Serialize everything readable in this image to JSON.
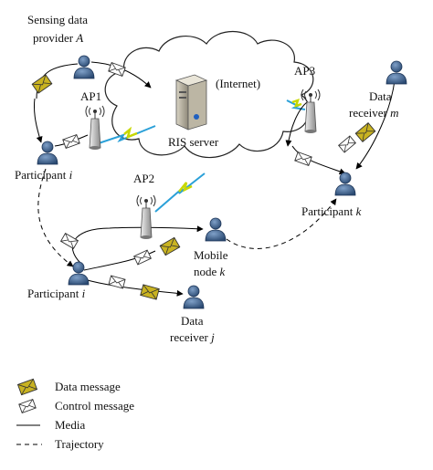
{
  "labels": {
    "sensing_provider_line1": "Sensing data",
    "sensing_provider_line2": "provider ",
    "sensing_provider_var": "A",
    "internet": "(Internet)",
    "ris_server": "RIS server",
    "ap1": "AP1",
    "ap2": "AP2",
    "ap3": "AP3",
    "data_receiver_m_line1": "Data",
    "data_receiver_m_line2": "receiver ",
    "data_receiver_m_var": "m",
    "participant_i_top": "Participant ",
    "participant_i_top_var": "i",
    "participant_k": "Participant ",
    "participant_k_var": "k",
    "mobile_node_line1": "Mobile",
    "mobile_node_line2": "node ",
    "mobile_node_var": "k",
    "participant_i_bottom": "Participant ",
    "participant_i_bottom_var": "i",
    "data_receiver_j_line1": "Data",
    "data_receiver_j_line2": "receiver ",
    "data_receiver_j_var": "j"
  },
  "legend": {
    "data_message": "Data message",
    "control_message": "Control message",
    "media": "Media",
    "trajectory": "Trajectory"
  },
  "colors": {
    "data_message": "#c9b321",
    "person_body": "#3d5e88",
    "wireless": "#2aa0d8",
    "lightning": "#c8d800"
  }
}
